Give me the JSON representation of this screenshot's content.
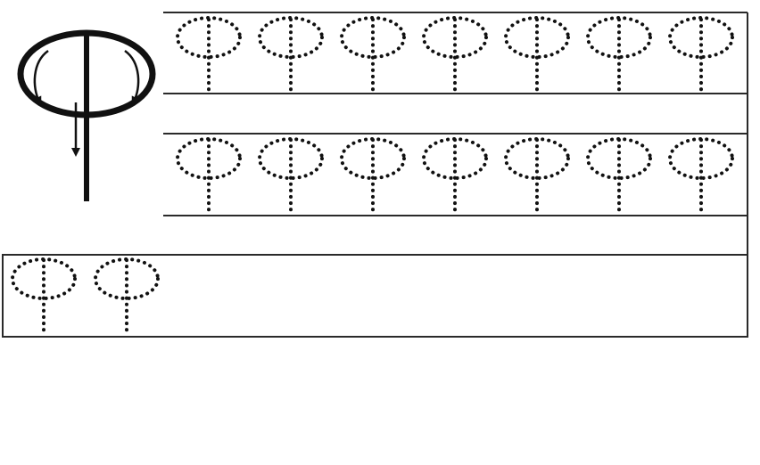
{
  "worksheet": {
    "letter": "Ф",
    "model_letter": {
      "icon": "letter-ef-stroke-order-icon",
      "stroke_arrows": [
        "left-oval-arc-arrow",
        "right-oval-arc-arrow",
        "down-stem-arrow"
      ]
    },
    "rows": [
      {
        "traced_letters": 7
      },
      {
        "traced_letters": 7
      },
      {
        "traced_letters": 2
      }
    ],
    "colors": {
      "ink": "#111111",
      "line": "#2a2a2a",
      "paper": "#ffffff"
    }
  }
}
